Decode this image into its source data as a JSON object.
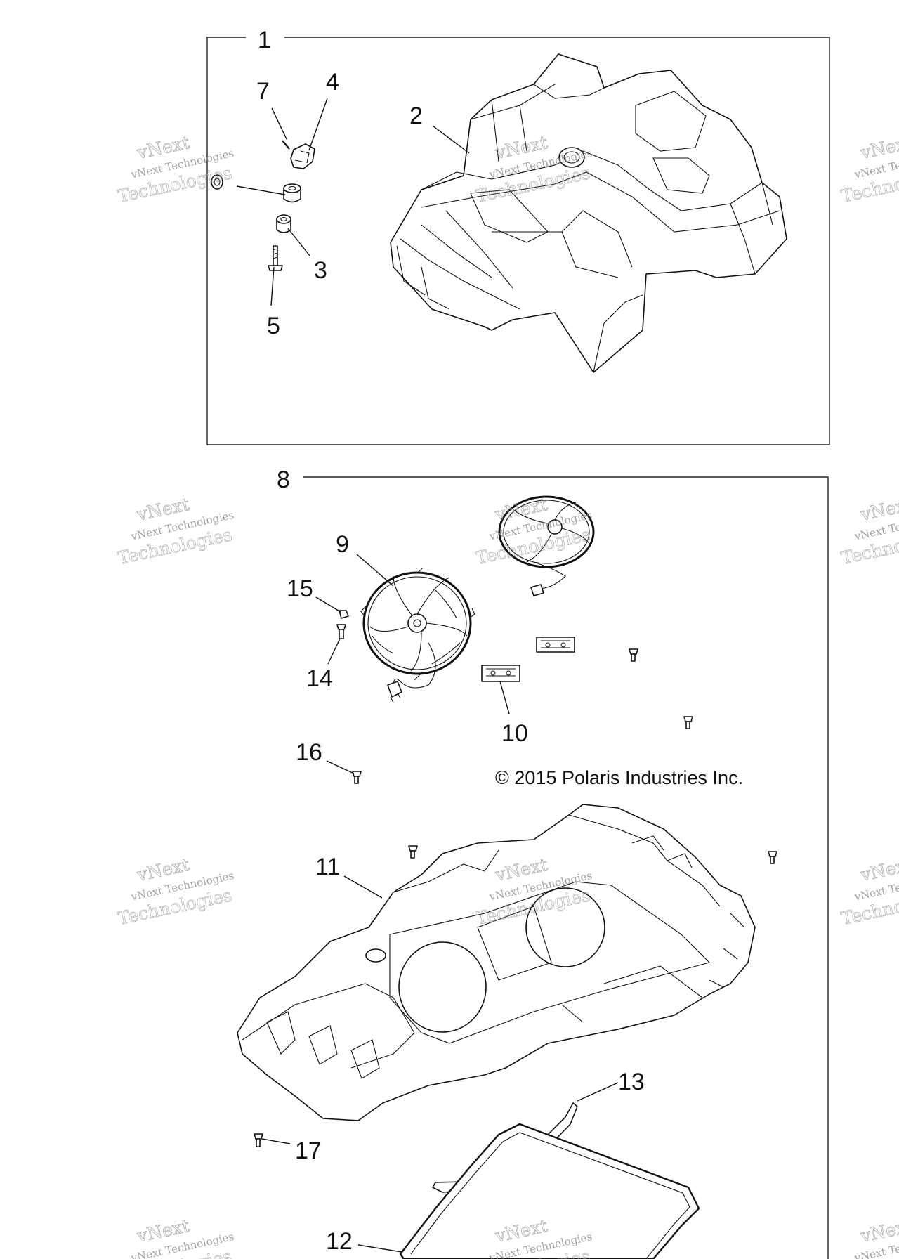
{
  "callouts": {
    "c1": "1",
    "c2": "2",
    "c3": "3",
    "c4": "4",
    "c5": "5",
    "c7": "7",
    "c8": "8",
    "c9": "9",
    "c10": "10",
    "c11": "11",
    "c12": "12",
    "c13": "13",
    "c14": "14",
    "c15": "15",
    "c16": "16",
    "c17": "17"
  },
  "copyright": "© 2015 Polaris Industries Inc.",
  "watermark": {
    "line1": "vNext",
    "line2": "vNext Technologies",
    "line3": "Technologies"
  }
}
